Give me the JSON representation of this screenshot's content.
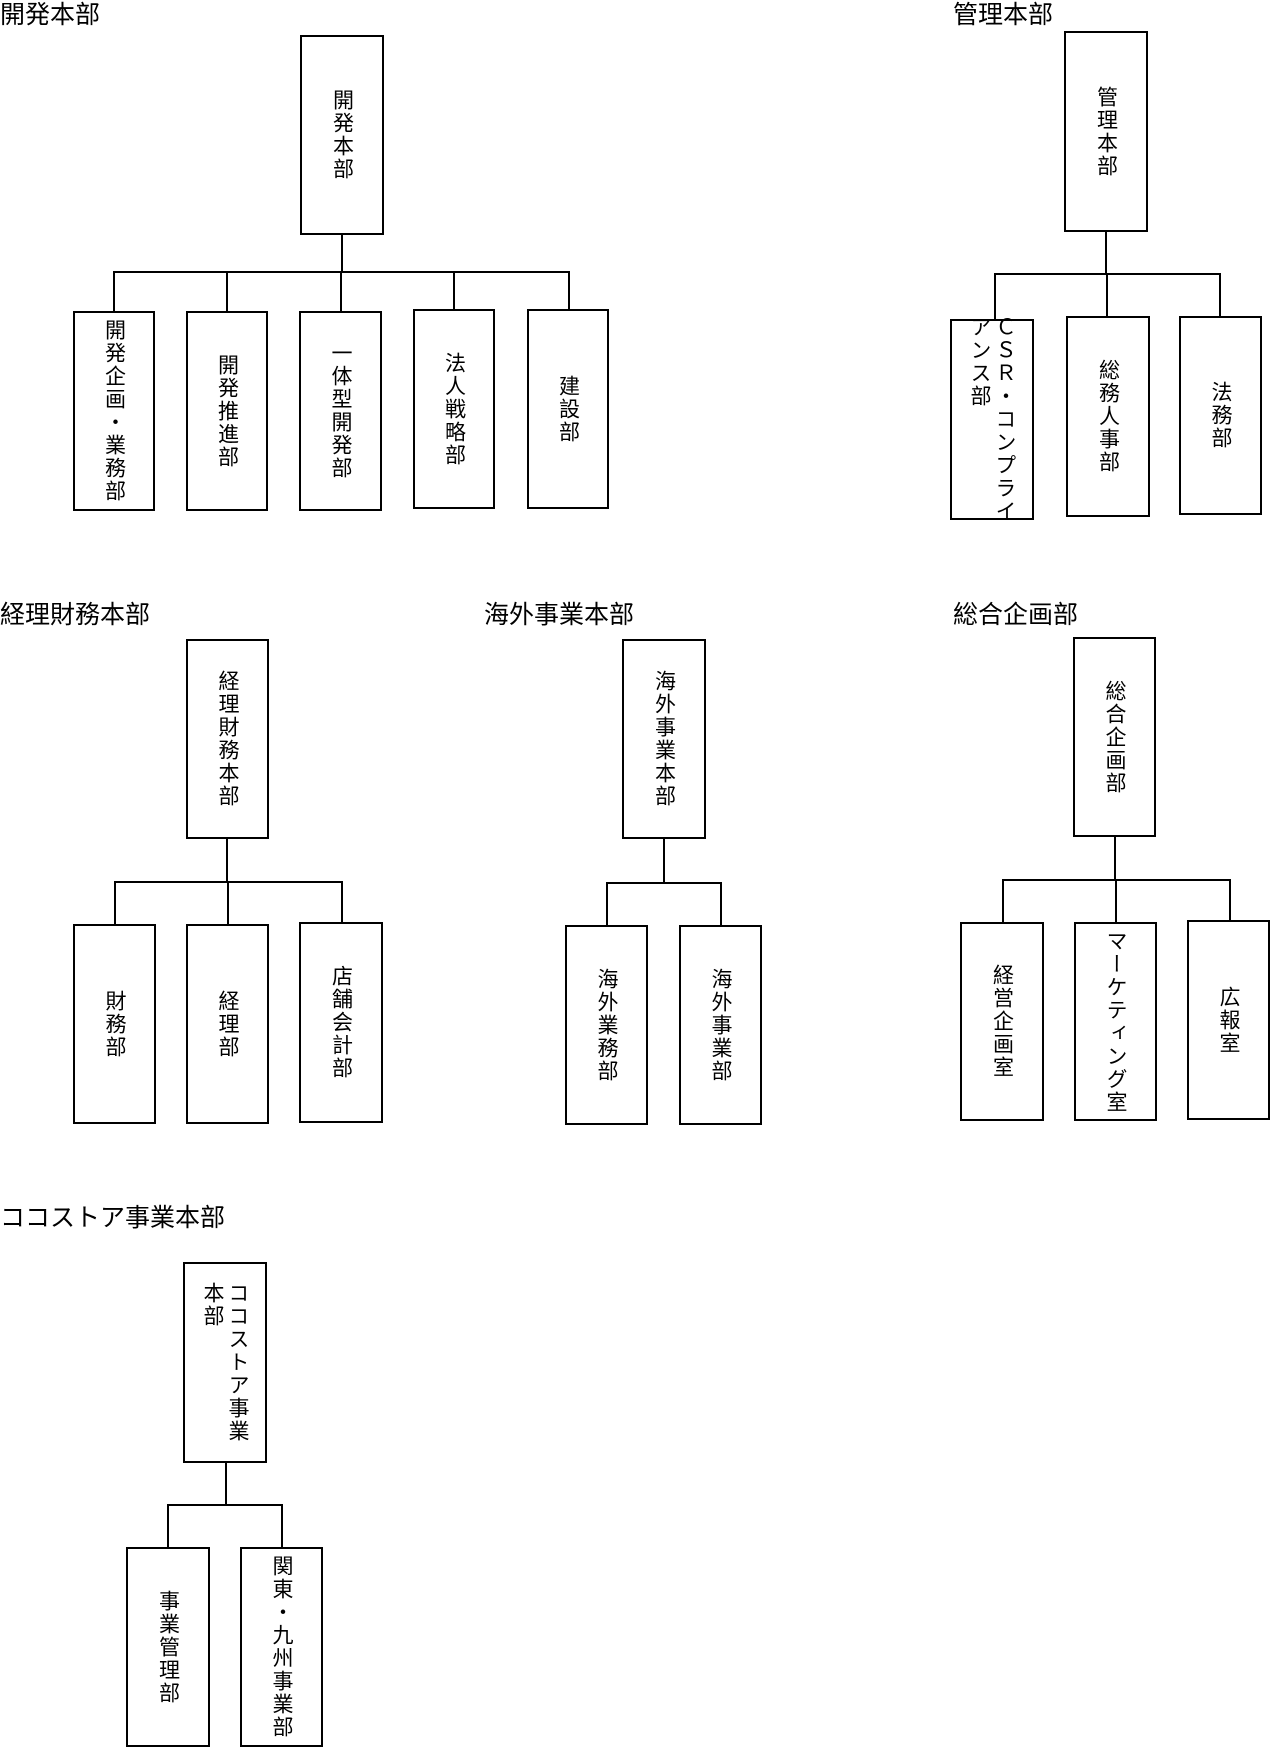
{
  "sections": {
    "kaihatsu": {
      "title": "開発本部",
      "head": "開発本部",
      "children": [
        "開発企画・業務部",
        "開発推進部",
        "一体型開発部",
        "法人戦略部",
        "建設部"
      ]
    },
    "kanri": {
      "title": "管理本部",
      "head": "管理本部",
      "children": [
        "ＣＳＲ・コンプライ\nアンス部",
        "総務人事部",
        "法務部"
      ]
    },
    "keiri": {
      "title": "経理財務本部",
      "head": "経理財務本部",
      "children": [
        "財務部",
        "経理部",
        "店舗会計部"
      ]
    },
    "kaigai": {
      "title": "海外事業本部",
      "head": "海外事業本部",
      "children": [
        "海外業務部",
        "海外事業部"
      ]
    },
    "sogo": {
      "title": "総合企画部",
      "head": "総合企画部",
      "children": [
        "経営企画室",
        "マーケティング室",
        "広報室"
      ]
    },
    "cocostore": {
      "title": "ココストア事業本部",
      "head": "ココストア事業\n本部",
      "children": [
        "事業管理部",
        "関東・九州事業部"
      ]
    }
  }
}
